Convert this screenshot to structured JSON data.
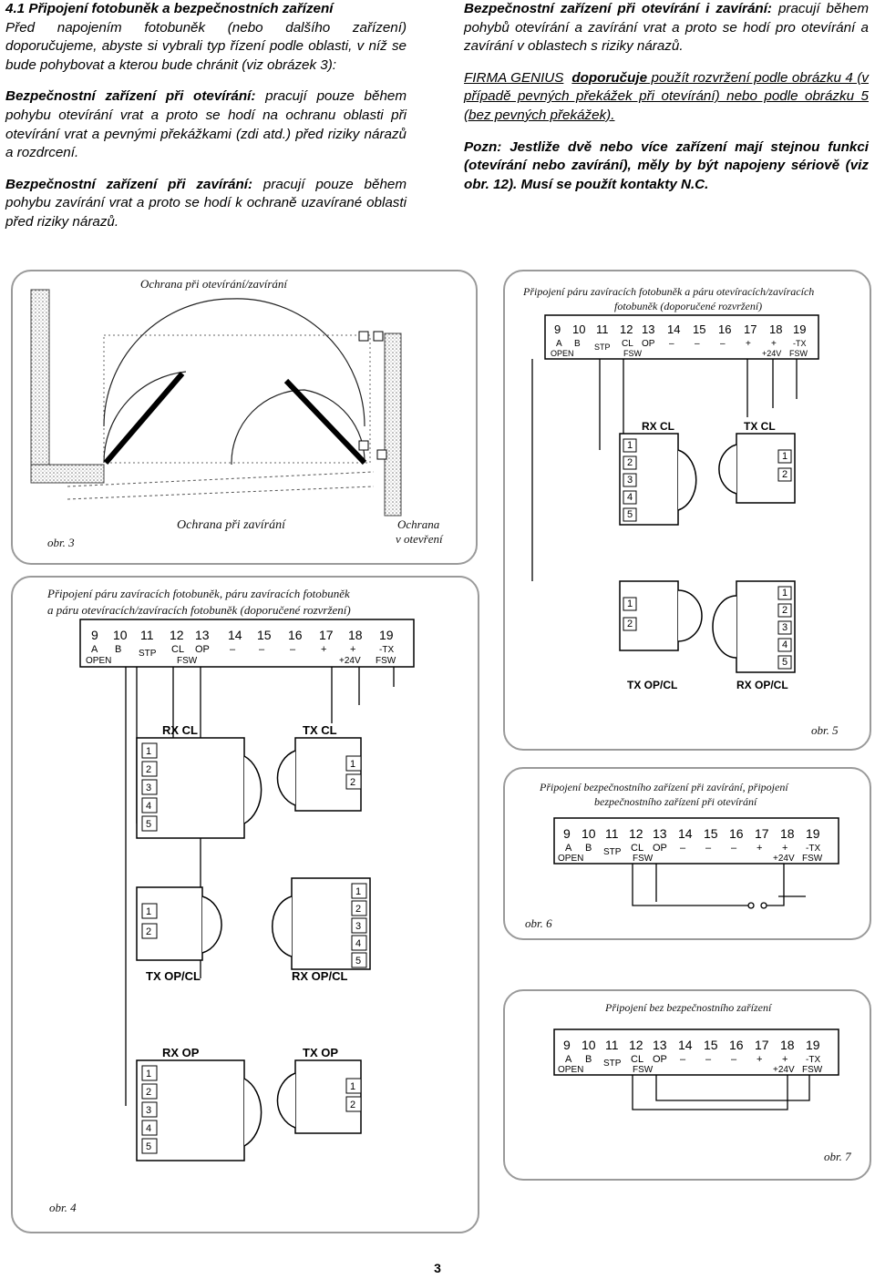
{
  "left_column": {
    "p1": {
      "heading": "4.1 Připojení fotobuněk a bezpečnostních zařízení",
      "text": "Před napojením fotobuněk (nebo dalšího zařízení) doporučujeme, abyste si vybrali typ řízení podle oblasti, v níž se bude pohybovat a kterou bude chránit (viz obrázek 3):"
    },
    "p2": {
      "heading": "Bezpečnostní zařízení při otevírání:",
      "text": " pracují pouze během pohybu otevírání vrat a proto se hodí na ochranu oblasti při otevírání vrat a pevnými překážkami (zdi atd.) před riziky nárazů a rozdrcení."
    },
    "p3": {
      "heading": "Bezpečnostní zařízení při zavírání:",
      "text": " pracují pouze během pohybu zavírání vrat a proto se hodí k ochraně uzavírané oblasti před riziky nárazů."
    }
  },
  "right_column": {
    "p1": {
      "heading": "Bezpečnostní zařízení při otevírání i zavírání:",
      "text": " pracují během pohybů otevírání a zavírání vrat a proto se hodí pro otevírání a zavírání v oblastech s riziky nárazů."
    },
    "p2": {
      "lead": "FIRMA GENIUS",
      "rec": "doporučuje",
      "text": " použít rozvržení podle obrázku 4 (v případě pevných překážek při otevírání) nebo podle obrázku 5 (bez pevných překážek)."
    },
    "p3": {
      "text": "Pozn: Jestliže dvě nebo více zařízení mají stejnou funkci (otevírání nebo zavírání), měly by být napojeny sériově (viz obr. 12). Musí se použít kontakty N.C."
    }
  },
  "terminal_block": {
    "numbers": [
      "9",
      "10",
      "11",
      "12",
      "13",
      "14",
      "15",
      "16",
      "17",
      "18",
      "19"
    ],
    "sub": [
      "A",
      "B",
      "STP",
      "CL",
      "OP",
      "–",
      "–",
      "–",
      "+",
      "+",
      "-TX"
    ],
    "sub2": [
      "OPEN",
      "",
      "",
      "FSW",
      "",
      "",
      "",
      "",
      "",
      "+24V",
      "FSW"
    ]
  },
  "device_terms_5": [
    "1",
    "2",
    "3",
    "4",
    "5"
  ],
  "device_terms_2": [
    "1",
    "2"
  ],
  "fig3": {
    "title": "Ochrana při otevírání/zavírání",
    "label_closing": "Ochrana při zavírání",
    "label_opening_1": "Ochrana",
    "label_opening_2": "v otevření",
    "caption": "obr. 3"
  },
  "fig4": {
    "title_1": "Připojení páru zavíracích fotobuněk, páru zavíracích fotobuněk",
    "title_2": "a páru otevíracích/zavíracích fotobuněk (doporučené rozvržení)",
    "rx_cl": "RX CL",
    "tx_cl": "TX CL",
    "tx_opcl": "TX OP/CL",
    "rx_opcl": "RX OP/CL",
    "rx_op": "RX OP",
    "tx_op": "TX OP",
    "caption": "obr. 4"
  },
  "fig5": {
    "title_1": "Připojení páru zavíracích fotobuněk a páru otevíracích/zavíracích",
    "title_2": "fotobuněk (doporučené rozvržení)",
    "rx_cl": "RX CL",
    "tx_cl": "TX CL",
    "tx_opcl": "TX OP/CL",
    "rx_opcl": "RX OP/CL",
    "caption": "obr. 5"
  },
  "fig6": {
    "title_1": "Připojení bezpečnostního zařízení při zavírání, připojení",
    "title_2": "bezpečnostního zařízení při otevírání",
    "caption": "obr. 6"
  },
  "fig7": {
    "title": "Připojení bez bezpečnostního zařízení",
    "caption": "obr. 7"
  },
  "page_number": "3"
}
